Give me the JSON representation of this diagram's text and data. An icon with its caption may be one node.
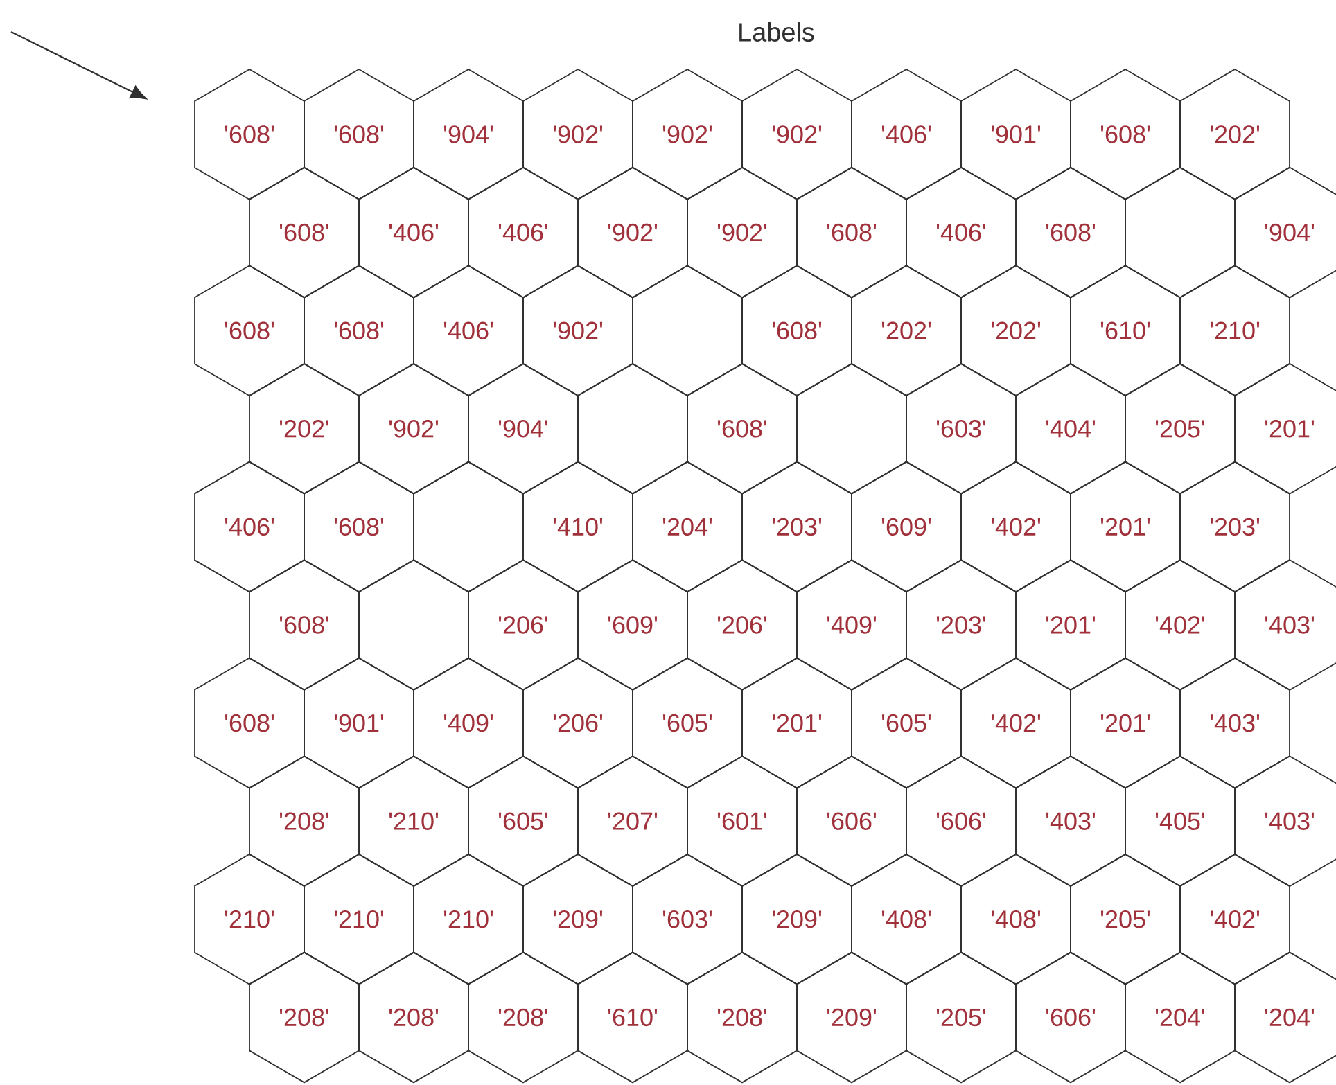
{
  "diagram": {
    "title": "Labels",
    "nodes": [
      {
        "text": [
          "'608'"
        ]
      },
      {
        "text": [
          "'608'"
        ]
      },
      {
        "text": [
          "'904'"
        ]
      },
      {
        "text": [
          "'902'"
        ]
      },
      {
        "text": [
          "'902'"
        ]
      },
      {
        "text": [
          "'902'"
        ]
      },
      {
        "text": [
          "'406'"
        ]
      },
      {
        "text": [
          "'901'"
        ]
      },
      {
        "text": [
          "'608'"
        ]
      },
      {
        "text": [
          "'202'"
        ]
      },
      {
        "text": [
          "'608'"
        ]
      },
      {
        "text": [
          "'406'"
        ]
      },
      {
        "text": [
          "'406'"
        ]
      },
      {
        "text": [
          "'902'"
        ]
      },
      {
        "text": [
          "'902'"
        ]
      },
      {
        "text": [
          "'608'"
        ]
      },
      {
        "text": [
          "'406'"
        ]
      },
      {
        "text": [
          "'608'"
        ]
      },
      {
        "text": [],
        "shape": "hexagon"
      },
      {
        "text": [
          "'904'"
        ]
      },
      {
        "text": [
          "'608'"
        ]
      },
      {
        "text": [
          "'608'"
        ]
      },
      {
        "text": [
          "'406'"
        ]
      },
      {
        "text": [
          "'902'"
        ]
      },
      {
        "text": [],
        "shape": "hexagon"
      },
      {
        "text": [
          "'608'"
        ]
      },
      {
        "text": [
          "'202'"
        ]
      },
      {
        "text": [
          "'202'"
        ]
      },
      {
        "text": [
          "'610'"
        ]
      },
      {
        "text": [
          "'210'"
        ]
      },
      {
        "text": [
          "'202'"
        ]
      },
      {
        "text": [
          "'902'"
        ]
      },
      {
        "text": [
          "'904'"
        ]
      },
      {
        "text": [],
        "shape": "hexagon"
      },
      {
        "text": [
          "'608'"
        ]
      },
      {
        "text": [],
        "shape": "hexagon"
      },
      {
        "text": [
          "'603'"
        ]
      },
      {
        "text": [
          "'404'"
        ]
      },
      {
        "text": [
          "'205'"
        ]
      },
      {
        "text": [
          "'201'"
        ]
      },
      {
        "text": [
          "'406'"
        ]
      },
      {
        "text": [
          "'608'"
        ]
      },
      {
        "text": [],
        "shape": "hexagon"
      },
      {
        "text": [
          "'410'"
        ]
      },
      {
        "text": [
          "'204'"
        ]
      },
      {
        "text": [
          "'203'"
        ]
      },
      {
        "text": [
          "'609'"
        ]
      },
      {
        "text": [
          "'402'"
        ]
      },
      {
        "text": [
          "'201'"
        ]
      },
      {
        "text": [
          "'203'"
        ]
      },
      {
        "text": [
          "'608'"
        ]
      },
      {
        "text": [],
        "shape": "hexagon"
      },
      {
        "text": [
          "'206'"
        ]
      },
      {
        "text": [
          "'609'"
        ]
      },
      {
        "text": [
          "'206'"
        ]
      },
      {
        "text": [
          "'409'"
        ]
      },
      {
        "text": [
          "'203'"
        ]
      },
      {
        "text": [
          "'201'"
        ]
      },
      {
        "text": [
          "'402'"
        ]
      },
      {
        "text": [
          "'403'"
        ]
      },
      {
        "text": [
          "'608'"
        ]
      },
      {
        "text": [
          "'901'"
        ]
      },
      {
        "text": [
          "'409'"
        ]
      },
      {
        "text": [
          "'206'"
        ]
      },
      {
        "text": [
          "'605'"
        ]
      },
      {
        "text": [
          "'201'"
        ]
      },
      {
        "text": [
          "'605'"
        ]
      },
      {
        "text": [
          "'402'"
        ]
      },
      {
        "text": [
          "'201'"
        ]
      },
      {
        "text": [
          "'403'"
        ]
      },
      {
        "text": [
          "'208'"
        ]
      },
      {
        "text": [
          "'210'"
        ]
      },
      {
        "text": [
          "'605'"
        ]
      },
      {
        "text": [
          "'207'"
        ]
      },
      {
        "text": [
          "'601'"
        ]
      },
      {
        "text": [
          "'606'"
        ]
      },
      {
        "text": [
          "'606'"
        ]
      },
      {
        "text": [
          "'403'"
        ]
      },
      {
        "text": [
          "'405'"
        ]
      },
      {
        "text": [
          "'403'"
        ]
      },
      {
        "text": [
          "'210'"
        ]
      },
      {
        "text": [
          "'210'"
        ]
      },
      {
        "text": [
          "'210'"
        ]
      },
      {
        "text": [
          "'209'"
        ]
      },
      {
        "text": [
          "'603'"
        ]
      },
      {
        "text": [
          "'209'"
        ]
      },
      {
        "text": [
          "'408'"
        ]
      },
      {
        "text": [
          "'408'"
        ]
      },
      {
        "text": [
          "'205'"
        ]
      },
      {
        "text": [
          "'402'"
        ]
      },
      {
        "text": [
          "'208'"
        ]
      },
      {
        "text": [
          "'208'"
        ]
      },
      {
        "text": [
          "'208'"
        ]
      },
      {
        "text": [
          "'610'"
        ]
      },
      {
        "text": [
          "'208'"
        ]
      },
      {
        "text": [
          "'209'"
        ]
      },
      {
        "text": [
          "'205'"
        ]
      },
      {
        "text": [
          "'606'"
        ]
      },
      {
        "text": [
          "'204'"
        ]
      },
      {
        "text": [
          "'204'"
        ]
      }
    ]
  }
}
